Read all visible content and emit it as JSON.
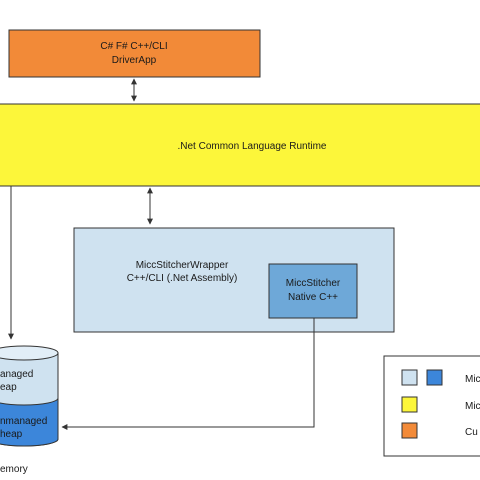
{
  "driver_app": {
    "line1": "C# F# C++/CLI",
    "line2": "DriverApp",
    "color": "#f28a38"
  },
  "clr": {
    "label": ".Net Common Language Runtime",
    "color": "#fcf63a"
  },
  "wrapper": {
    "line1": "MiccStitcherWrapper",
    "line2": "C++/CLI (.Net Assembly)",
    "color": "#cfe2f0"
  },
  "native": {
    "line1": "MiccStitcher",
    "line2": "Native C++",
    "color": "#6ea8d8"
  },
  "memory": {
    "managed_line1": "anaged",
    "managed_line2": "eap",
    "unmanaged_line1": "nmanaged",
    "unmanaged_line2": "heap",
    "caption": "emory",
    "managed_color": "#cfe2f0",
    "unmanaged_color": "#3c86da"
  },
  "legend": {
    "row1": "Mic",
    "row2": "Mic",
    "row3": "Cu",
    "colors": {
      "light_blue": "#cfe2f0",
      "blue": "#3c86da",
      "yellow": "#fcf63a",
      "orange": "#f28a38"
    }
  }
}
